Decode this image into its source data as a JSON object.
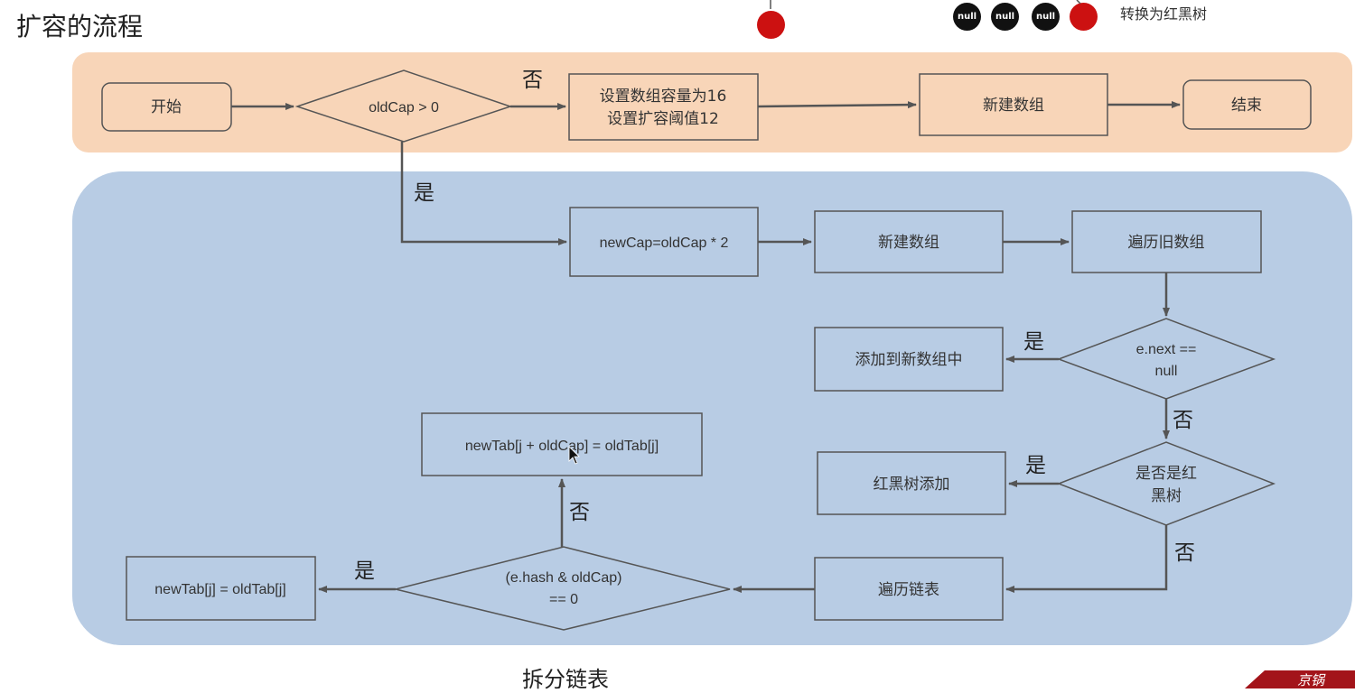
{
  "title": "扩容的流程",
  "top_right": {
    "caption": "转换为红黑树",
    "null_label": "null"
  },
  "split_caption": "拆分链表",
  "corner_banner": "京锅",
  "nodes": {
    "start": "开始",
    "cond_oldcap": "oldCap > 0",
    "init_line1": "设置数组容量为16",
    "init_line2": "设置扩容阈值12",
    "new_array_top": "新建数组",
    "end": "结束",
    "newcap": "newCap=oldCap * 2",
    "new_array": "新建数组",
    "traverse_old": "遍历旧数组",
    "cond_next_line1": "e.next ==",
    "cond_next_line2": "null",
    "add_new_array": "添加到新数组中",
    "cond_rbtree_line1": "是否是红",
    "cond_rbtree_line2": "黑树",
    "rbtree_add": "红黑树添加",
    "traverse_list": "遍历链表",
    "cond_hash_line1": "(e.hash & oldCap)",
    "cond_hash_line2": "== 0",
    "assign_same": "newTab[j] = oldTab[j]",
    "assign_offset": "newTab[j + oldCap] = oldTab[j]"
  },
  "edge_labels": {
    "no_top": "否",
    "yes_oldcap": "是",
    "yes_next": "是",
    "no_next": "否",
    "yes_rbtree": "是",
    "no_rbtree": "否",
    "yes_hash": "是",
    "no_hash": "否"
  },
  "colors": {
    "top_band": "#f8d5b8",
    "bottom_band": "#b8cce4",
    "red_dot": "#cc1111",
    "banner": "#a3141a"
  }
}
